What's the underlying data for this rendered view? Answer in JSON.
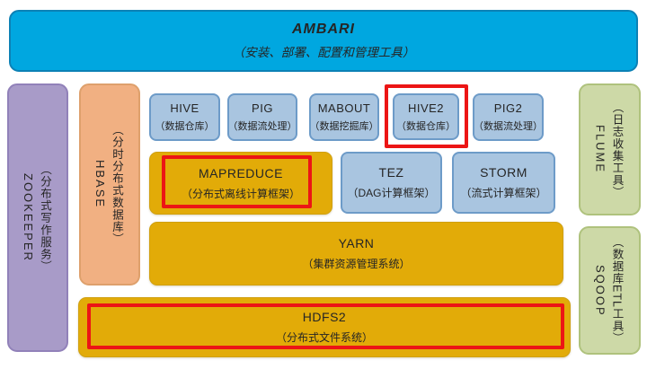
{
  "banner": {
    "title": "AMBARI",
    "subtitle": "（安装、部署、配置和管理工具）"
  },
  "side_columns": {
    "zookeeper": {
      "title": "ZOOKEEPER",
      "subtitle": "（分布式写作服务）"
    },
    "hbase": {
      "title": "HBASE",
      "subtitle": "（分时分布式数据库）"
    },
    "flume": {
      "title": "FLUME",
      "subtitle": "（日志收集工具）"
    },
    "sqoop": {
      "title": "SQOOP",
      "subtitle": "（数据库ETL工具）"
    }
  },
  "row1": [
    {
      "title": "HIVE",
      "subtitle": "（数据仓库）",
      "highlighted": false
    },
    {
      "title": "PIG",
      "subtitle": "（数据流处理）",
      "highlighted": false
    },
    {
      "title": "MABOUT",
      "subtitle": "（数据挖掘库）",
      "highlighted": false
    },
    {
      "title": "HIVE2",
      "subtitle": "（数据仓库）",
      "highlighted": true
    },
    {
      "title": "PIG2",
      "subtitle": "（数据流处理）",
      "highlighted": false
    }
  ],
  "row2": [
    {
      "title": "MAPREDUCE",
      "subtitle": "（分布式离线计算框架）",
      "highlighted": true,
      "style": "gold"
    },
    {
      "title": "TEZ",
      "subtitle": "（DAG计算框架）",
      "highlighted": false,
      "style": "blue"
    },
    {
      "title": "STORM",
      "subtitle": "（流式计算框架）",
      "highlighted": false,
      "style": "blue"
    }
  ],
  "yarn": {
    "title": "YARN",
    "subtitle": "（集群资源管理系统）",
    "highlighted": false
  },
  "hdfs2": {
    "title": "HDFS2",
    "subtitle": "（分布式文件系统）",
    "highlighted": true
  },
  "colors": {
    "banner_cyan": "#00A7E0",
    "column_purple": "#A89BC8",
    "column_peach": "#F1B082",
    "column_sage": "#CDD9A7",
    "box_blue": "#A9C5E0",
    "box_blue_border": "#6D9BC8",
    "box_gold": "#E2AB08",
    "highlight_red": "#EC1515",
    "text_dark": "#252525"
  }
}
